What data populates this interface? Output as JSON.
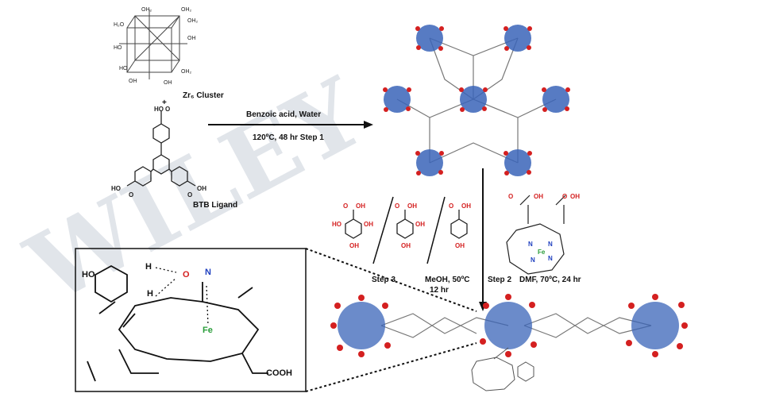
{
  "cluster": {
    "name": "Zr₆ Cluster",
    "plus": "+"
  },
  "ligand": {
    "name": "BTB Ligand"
  },
  "reaction_step1": {
    "line1": "Benzoic acid, Water",
    "line2": "120ºC, 48 hr  Step 1"
  },
  "step2": {
    "label": "Step 2",
    "conditions": "DMF, 70ºC, 24 hr"
  },
  "step3": {
    "label": "Step 3",
    "conditions_line1": "MeOH, 50ºC",
    "conditions_line2": "12 hr"
  },
  "inset": {
    "ho_label": "HO",
    "h1": "H",
    "h2": "H",
    "o_label": "O",
    "n_label": "N",
    "fe_label": "Fe",
    "cooh_label": "COOH"
  },
  "watermark": {
    "text": "WILEY"
  },
  "colors": {
    "zr_atom": "#3a64b8",
    "oxygen_atom": "#d42020",
    "fe": "#2a9d3a",
    "nitrogen": "#1f3fbf",
    "bond": "#555555"
  }
}
